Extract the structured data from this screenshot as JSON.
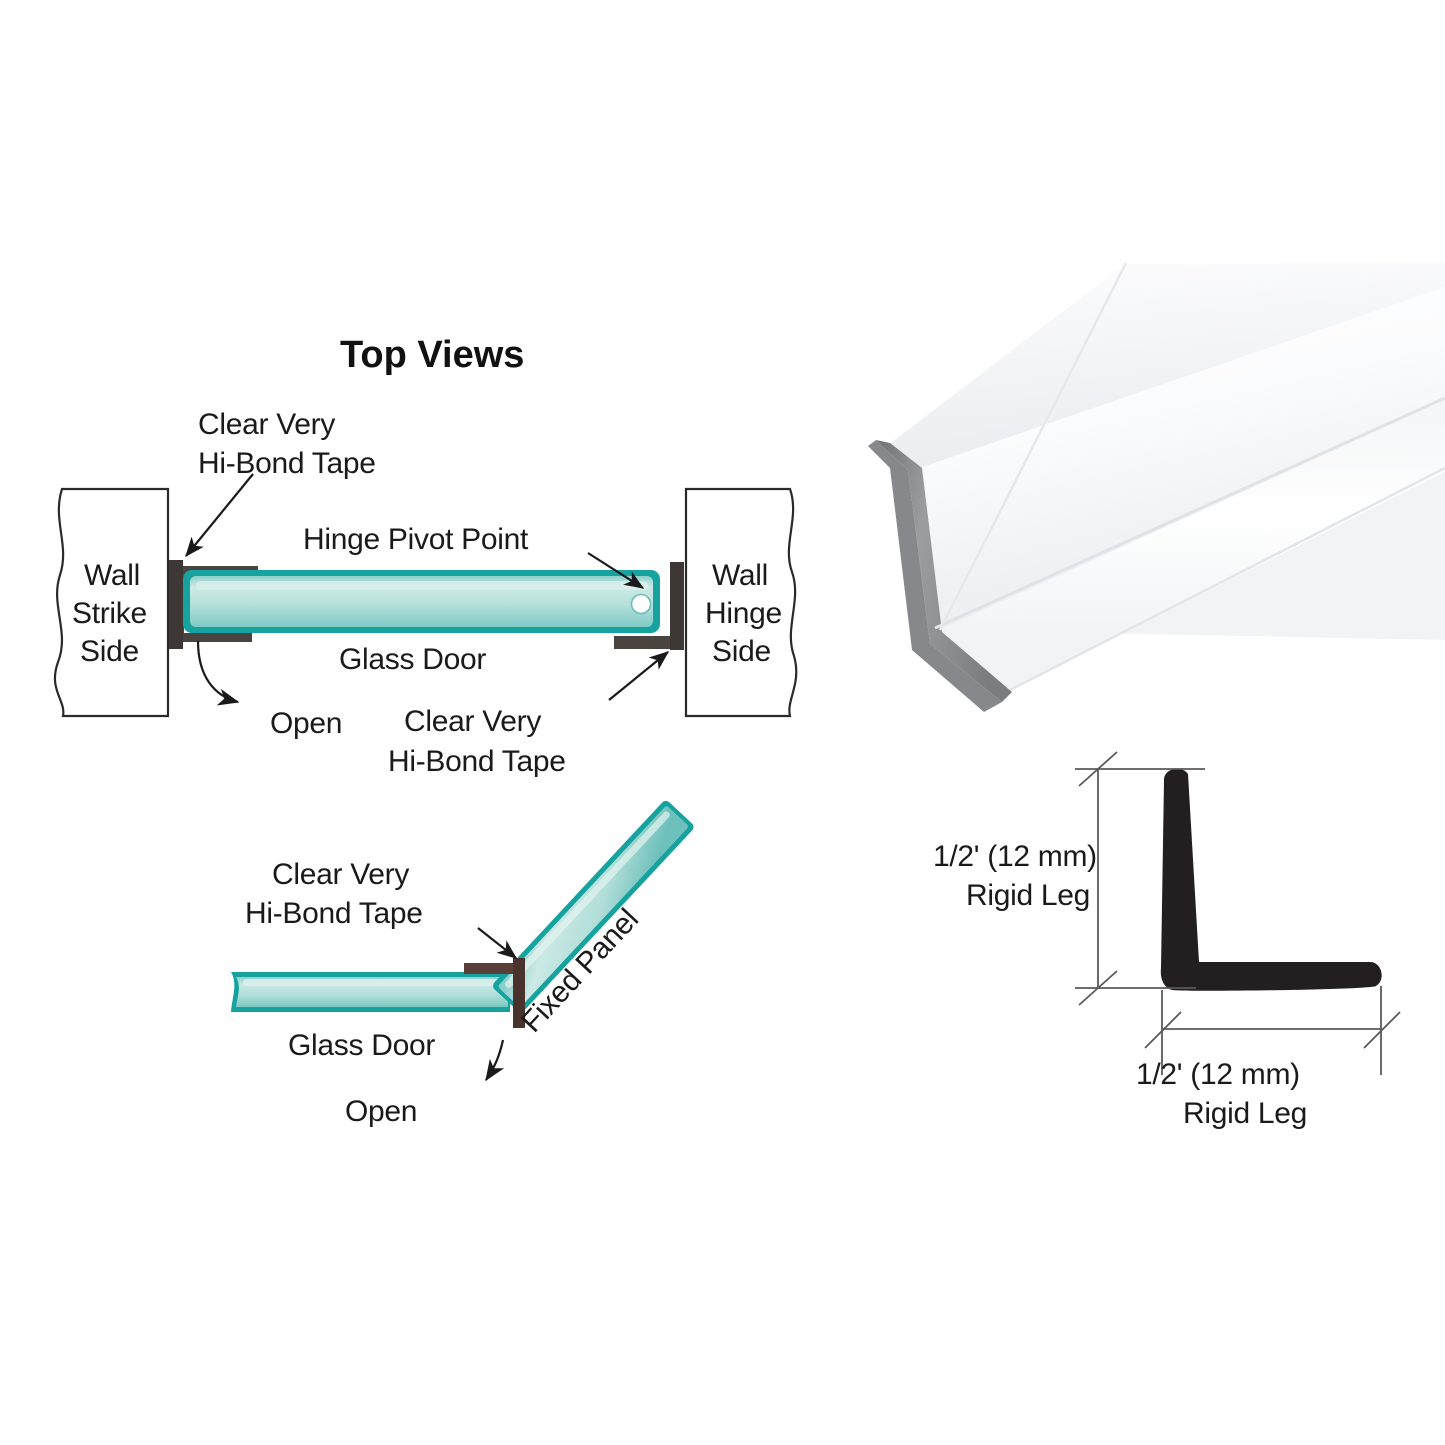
{
  "page": {
    "title": "Top Views",
    "background_color": "#ffffff"
  },
  "colors": {
    "glass_fill_light": "#b9e2de",
    "glass_fill_mid": "#8fd2cd",
    "glass_edge": "#16a3a0",
    "glass_edge_dark": "#0e8d8b",
    "seal_dark": "#4a4441",
    "seal_brown": "#5a3f38",
    "text": "#1a1a1a",
    "dimension_line": "#5a5a5a",
    "product_white": "#f5f6f7",
    "product_gray_end": "#8d8e90",
    "profile_black": "#231f20"
  },
  "diagram_top": {
    "name": "top-view-hinge-diagram",
    "labels": {
      "tape_top": "Clear Very\nHi-Bond Tape",
      "tape_top_line1": "Clear Very",
      "tape_top_line2": "Hi-Bond Tape",
      "hinge_pivot": "Hinge Pivot Point",
      "wall_strike_line1": "Wall",
      "wall_strike_line2": "Strike",
      "wall_strike_line3": "Side",
      "wall_hinge_line1": "Wall",
      "wall_hinge_line2": "Hinge",
      "wall_hinge_line3": "Side",
      "glass_door": "Glass Door",
      "open": "Open",
      "tape_bottom_line1": "Clear Very",
      "tape_bottom_line2": "Hi-Bond Tape"
    }
  },
  "diagram_bottom": {
    "name": "top-view-fixed-panel-diagram",
    "labels": {
      "tape_line1": "Clear Very",
      "tape_line2": "Hi-Bond Tape",
      "glass_door": "Glass Door",
      "open": "Open",
      "fixed_panel": "Fixed Panel"
    }
  },
  "product_photo": {
    "name": "l-angle-seal-product-photo",
    "description": "White L-angle extrusion seal"
  },
  "cross_section": {
    "name": "l-profile-cross-section",
    "vertical_dim_line1": "1/2' (12 mm)",
    "vertical_dim_line2": "Rigid Leg",
    "horizontal_dim_line1": "1/2' (12 mm)",
    "horizontal_dim_line2": "Rigid Leg"
  }
}
